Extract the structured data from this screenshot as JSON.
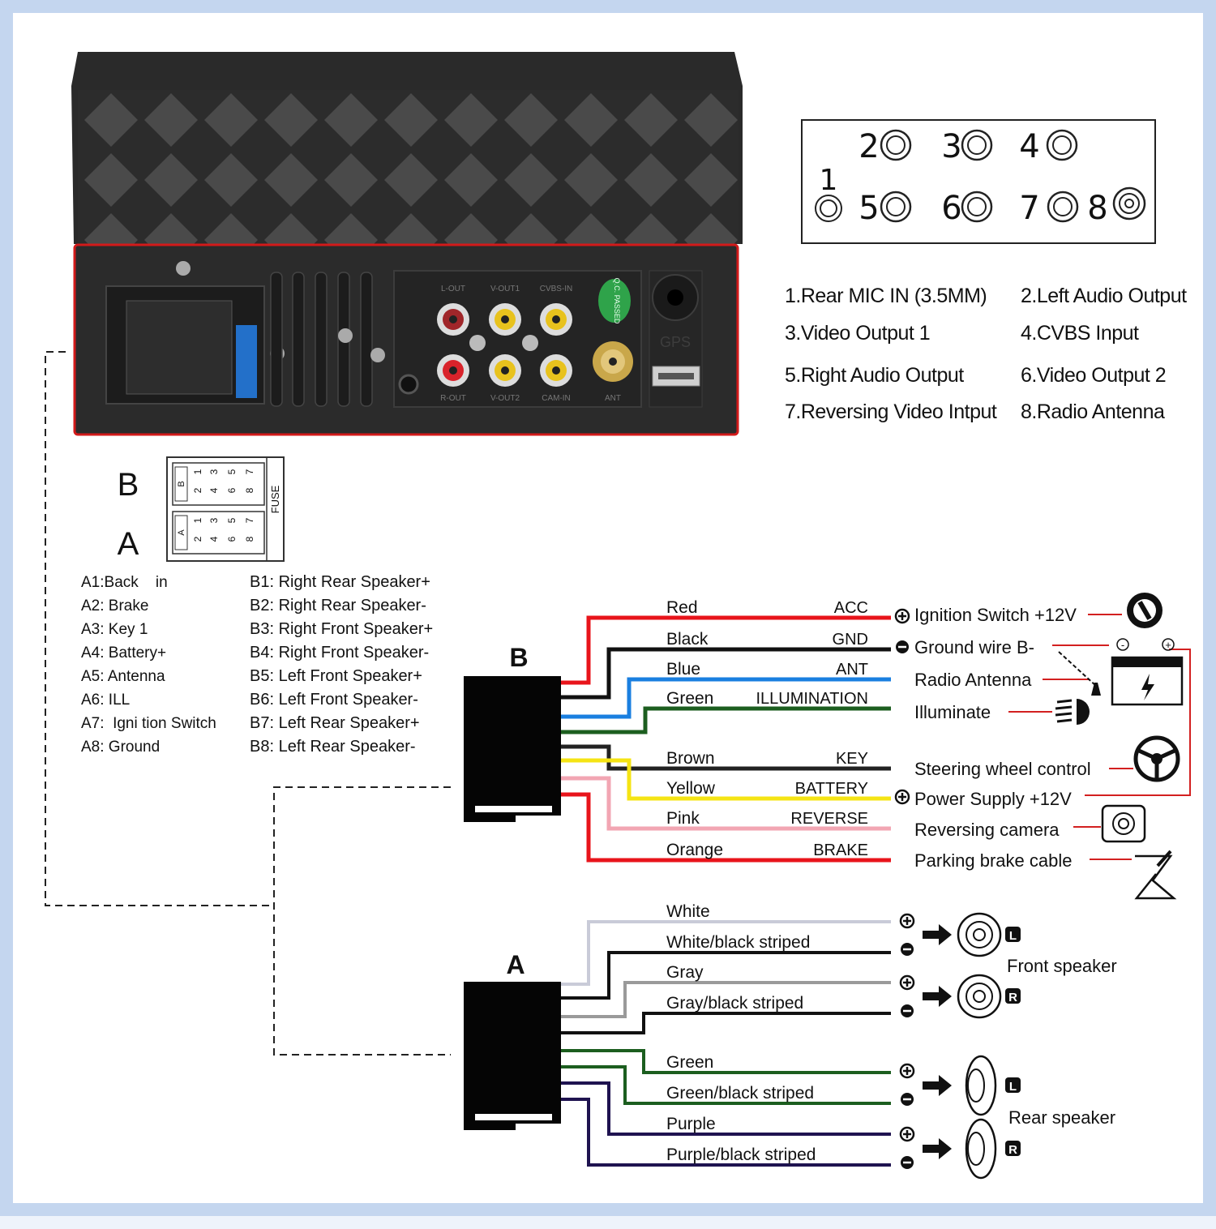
{
  "port_panel": {
    "port_numbers": [
      "1",
      "2",
      "3",
      "4",
      "5",
      "6",
      "7",
      "8"
    ],
    "legend": [
      {
        "label": "1.Rear MIC IN (3.5MM)"
      },
      {
        "label": "2.Left Audio Output"
      },
      {
        "label": "3.Video Output 1"
      },
      {
        "label": "4.CVBS Input"
      },
      {
        "label": "5.Right Audio Output"
      },
      {
        "label": "6.Video Output 2"
      },
      {
        "label": "7.Reversing Video Intput"
      },
      {
        "label": "8.Radio Antenna"
      }
    ]
  },
  "head_unit": {
    "rca_top_labels": [
      "L-OUT",
      "V-OUT1",
      "CVBS-IN"
    ],
    "rca_bottom_labels": [
      "R-OUT",
      "V-OUT2",
      "CAM-IN",
      "ANT"
    ],
    "badge_text": "Q.C. PASSED",
    "gps_label": "GPS"
  },
  "iso_connector": {
    "block_b_label": "B",
    "block_a_label": "A",
    "tag_b": "B",
    "tag_a": "A",
    "fuse_label": "FUSE",
    "pin_numbers": [
      "1",
      "3",
      "5",
      "7",
      "2",
      "4",
      "6",
      "8"
    ]
  },
  "pin_list_a": [
    "A1:Back    in",
    "A2: Brake",
    "A3: Key 1",
    "A4: Battery+",
    "A5: Antenna",
    "A6: ILL",
    "A7:  Igni tion Switch",
    "A8: Ground"
  ],
  "pin_list_b": [
    "B1: Right Rear Speaker+",
    "B2: Right Rear Speaker-",
    "B3: Right Front Speaker+",
    "B4: Right Front Speaker-",
    "B5: Left Front Speaker+",
    "B6: Left Front Speaker-",
    "B7: Left Rear Speaker+",
    "B8: Left Rear Speaker-"
  ],
  "harness_b": {
    "label": "B",
    "wires": [
      {
        "color": "Red",
        "function": "ACC",
        "hex": "#e8141b"
      },
      {
        "color": "Black",
        "function": "GND",
        "hex": "#111111"
      },
      {
        "color": "Blue",
        "function": "ANT",
        "hex": "#1a7fe0"
      },
      {
        "color": "Green",
        "function": "ILLUMINATION",
        "hex": "#1c5e1f"
      },
      {
        "color": "Brown",
        "function": "KEY",
        "hex": "#222222"
      },
      {
        "color": "Yellow",
        "function": "BATTERY",
        "hex": "#f5e414"
      },
      {
        "color": "Pink",
        "function": "REVERSE",
        "hex": "#f2a6b3"
      },
      {
        "color": "Orange",
        "function": "BRAKE",
        "hex": "#e8141b"
      }
    ],
    "destinations": [
      {
        "label": "Ignition Switch +12V",
        "sign": "+"
      },
      {
        "label": "Ground wire B-",
        "sign": "-"
      },
      {
        "label": "Radio Antenna",
        "sign": ""
      },
      {
        "label": "Illuminate",
        "sign": ""
      },
      {
        "label": "Steering wheel control",
        "sign": ""
      },
      {
        "label": "Power Supply +12V",
        "sign": "+"
      },
      {
        "label": "Reversing camera",
        "sign": ""
      },
      {
        "label": "Parking brake cable",
        "sign": ""
      }
    ],
    "battery_signs": [
      "-",
      "+"
    ]
  },
  "harness_a": {
    "label": "A",
    "wires": [
      {
        "color": "White",
        "hex": "#c9cbd8"
      },
      {
        "color": "White/black striped",
        "hex": "#111111"
      },
      {
        "color": "Gray",
        "hex": "#9a9a9a"
      },
      {
        "color": "Gray/black striped",
        "hex": "#111111"
      },
      {
        "color": "Green",
        "hex": "#1c5e1f"
      },
      {
        "color": "Green/black striped",
        "hex": "#1c5e1f"
      },
      {
        "color": "Purple",
        "hex": "#1f1350"
      },
      {
        "color": "Purple/black striped",
        "hex": "#1f1350"
      }
    ],
    "front_speaker_label": "Front speaker",
    "rear_speaker_label": "Rear speaker",
    "channel_l": "L",
    "channel_r": "R"
  }
}
